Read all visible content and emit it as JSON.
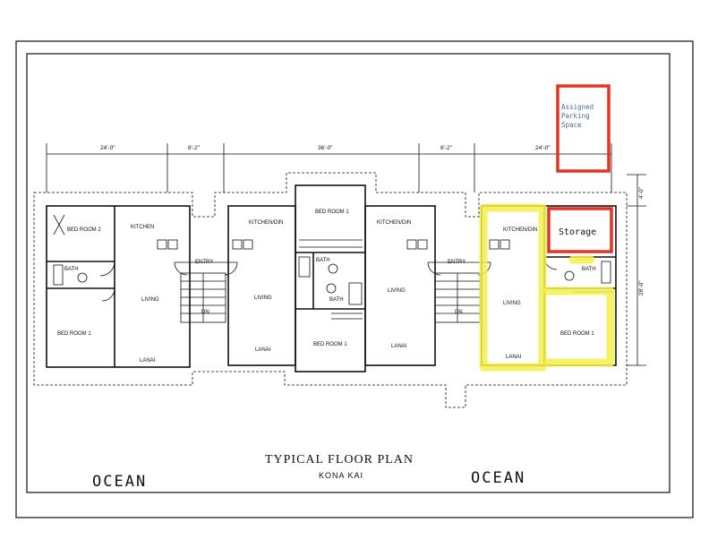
{
  "plan": {
    "title": "TYPICAL FLOOR PLAN",
    "subtitle": "KONA KAI",
    "ocean_left": "OCEAN",
    "ocean_right": "OCEAN"
  },
  "dimensions": {
    "d1": "24'-0\"",
    "d2": "8'-2\"",
    "d3": "36'-0\"",
    "d4": "8'-2\"",
    "d5": "24'-0\"",
    "v1": "4'-0\"",
    "v2": "28'-0\""
  },
  "rooms": {
    "bed_room_2": "BED ROOM 2",
    "kitchen_a": "KITCHEN",
    "bath_a": "BATH",
    "bed_room_1_a": "BED ROOM 1",
    "living_a": "LIVING",
    "lanai_a": "LANAI",
    "entry_a": "ENTRY",
    "dn_a": "DN",
    "kitchen_din_b": "KITCHEN/DIN",
    "living_b": "LIVING",
    "lanai_b": "LANAI",
    "bed_room_1_top": "BED ROOM 1",
    "bath_b": "BATH",
    "bath_c": "BATH",
    "bed_room_1_mid": "BED ROOM 1",
    "kitchen_din_c": "KITCHEN/DIN",
    "living_c": "LIVING",
    "lanai_c": "LANAI",
    "entry_c": "ENTRY",
    "dn_c": "DN",
    "kitchen_din_d": "KITCHEN/DIN",
    "living_d": "LIVING",
    "lanai_d": "LANAI",
    "bath_d": "BATH",
    "bed_room_1_d": "BED ROOM 1"
  },
  "annotations": {
    "parking_line1": "Assigned",
    "parking_line2": "Parking",
    "parking_line3": "Space",
    "storage": "Storage"
  },
  "colors": {
    "highlight": "#f4f04a",
    "annotation_red": "#e53223"
  }
}
